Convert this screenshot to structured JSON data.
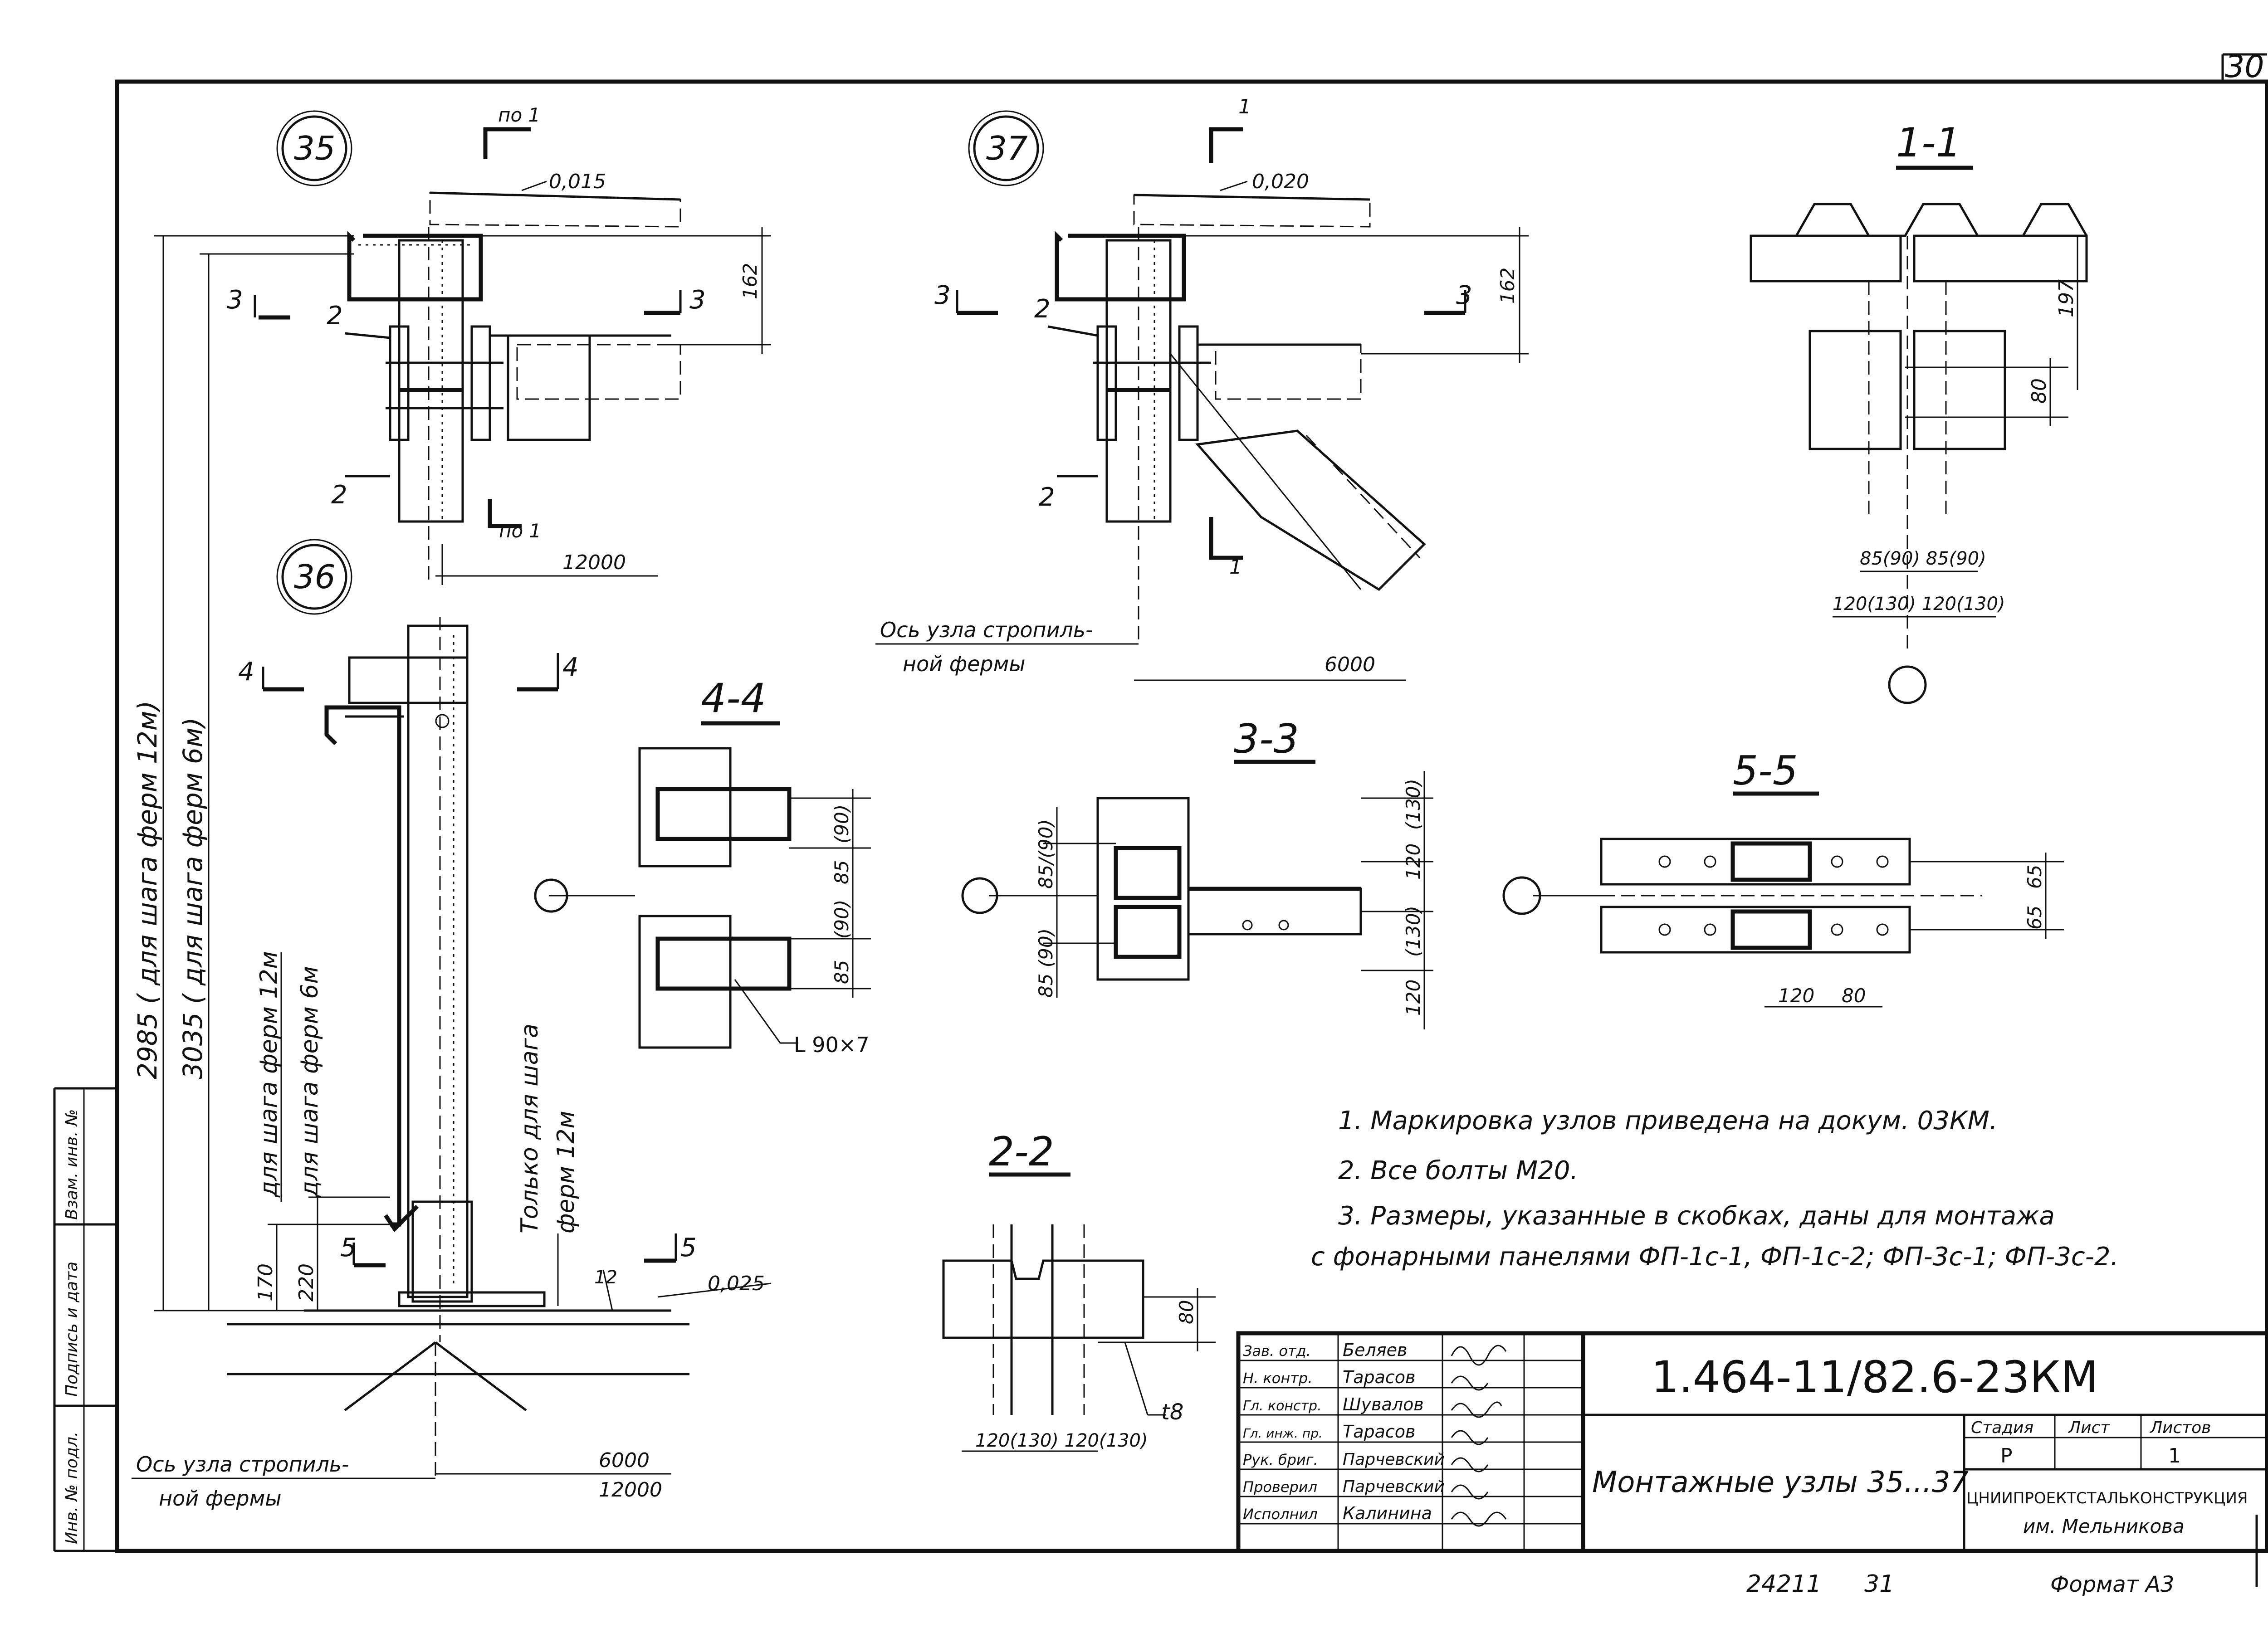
{
  "corner_label": "30",
  "details": {
    "d35": "35",
    "d36": "36",
    "d37": "37"
  },
  "detail35": {
    "cut_top": "по 1",
    "cut_bottom": "по 1",
    "slope": "0,015",
    "dim_vertical": "162",
    "span": "12000",
    "sec3": "3",
    "sec2": "2"
  },
  "detail37": {
    "cut": "1",
    "slope": "0,020",
    "dim_vertical": "162",
    "span": "6000",
    "axis_note_1": "Ось узла стропиль-",
    "axis_note_2": "ной фермы",
    "sec3": "3",
    "sec2": "2"
  },
  "detail36": {
    "sec4": "4",
    "sec5": "5",
    "dim_12m": "2985 ( для шага ферм 12м)",
    "dim_6m": "3035 ( для шага ферм 6м)",
    "dim_170": "170",
    "dim_220": "220",
    "label_12m": "для шага ферм 12м",
    "label_6m": "для шага ферм 6м",
    "only_12m_1": "Только для шага",
    "only_12m_2": "ферм 12м",
    "dim_12": "12",
    "slope": "0,025",
    "span_6000": "6000",
    "span_12000": "12000",
    "axis_note_1": "Ось узла стропиль-",
    "axis_note_2": "ной фермы"
  },
  "section_1_1": {
    "title": "1-1",
    "dim_197": "197",
    "dim_80": "80",
    "dim_85": "85(90) 85(90)",
    "dim_120": "120(130) 120(130)"
  },
  "section_4_4": {
    "title": "4-4",
    "dim_90a": "(90)",
    "dim_85a": "85",
    "dim_90b": "(90)",
    "dim_85b": "85",
    "angle": "L 90×7"
  },
  "section_3_3": {
    "title": "3-3",
    "left_1": "85/(90)",
    "left_2": "85 (90)",
    "right_130a": "(130)",
    "right_120a": "120",
    "right_130b": "(130)",
    "right_120b": "120"
  },
  "section_5_5": {
    "title": "5-5",
    "dim_65a": "65",
    "dim_65b": "65",
    "dim_120": "120",
    "dim_80": "80"
  },
  "section_2_2": {
    "title": "2-2",
    "dim_80": "80",
    "dim_120": "120(130) 120(130)",
    "plate": "t8"
  },
  "notes": [
    "1. Маркировка узлов приведена на докум. 03КМ.",
    "2. Все болты М20.",
    "3. Размеры, указанные в скобках, даны для монтажа",
    "с фонарными панелями ФП-1с-1, ФП-1с-2; ФП-3с-1; ФП-3с-2."
  ],
  "title_block": {
    "doc_code": "1.464-11/82.6-23КМ",
    "title": "Монтажные узлы 35...37",
    "stage_label": "Стадия",
    "sheet_label": "Лист",
    "sheets_label": "Листов",
    "stage": "Р",
    "sheet": "1",
    "org_1": "ЦНИИПРОЕКТСТАЛЬКОНСТРУКЦИЯ",
    "org_2": "им. Мельникова",
    "staff": [
      {
        "role": "Зав. отд.",
        "name": "Беляев"
      },
      {
        "role": "Н. контр.",
        "name": "Тарасов"
      },
      {
        "role": "Гл. констр.",
        "name": "Шувалов"
      },
      {
        "role": "Гл. инж. пр.",
        "name": "Тарасов"
      },
      {
        "role": "Рук. бриг.",
        "name": "Парчевский"
      },
      {
        "role": "Проверил",
        "name": "Парчевский"
      },
      {
        "role": "Исполнил",
        "name": "Калинина"
      }
    ]
  },
  "side_stamp": [
    "Инв. № подл.",
    "Подпись и дата",
    "Взам. инв. №"
  ],
  "footer": {
    "number": "24211",
    "page": "31",
    "format": "Формат А3"
  }
}
